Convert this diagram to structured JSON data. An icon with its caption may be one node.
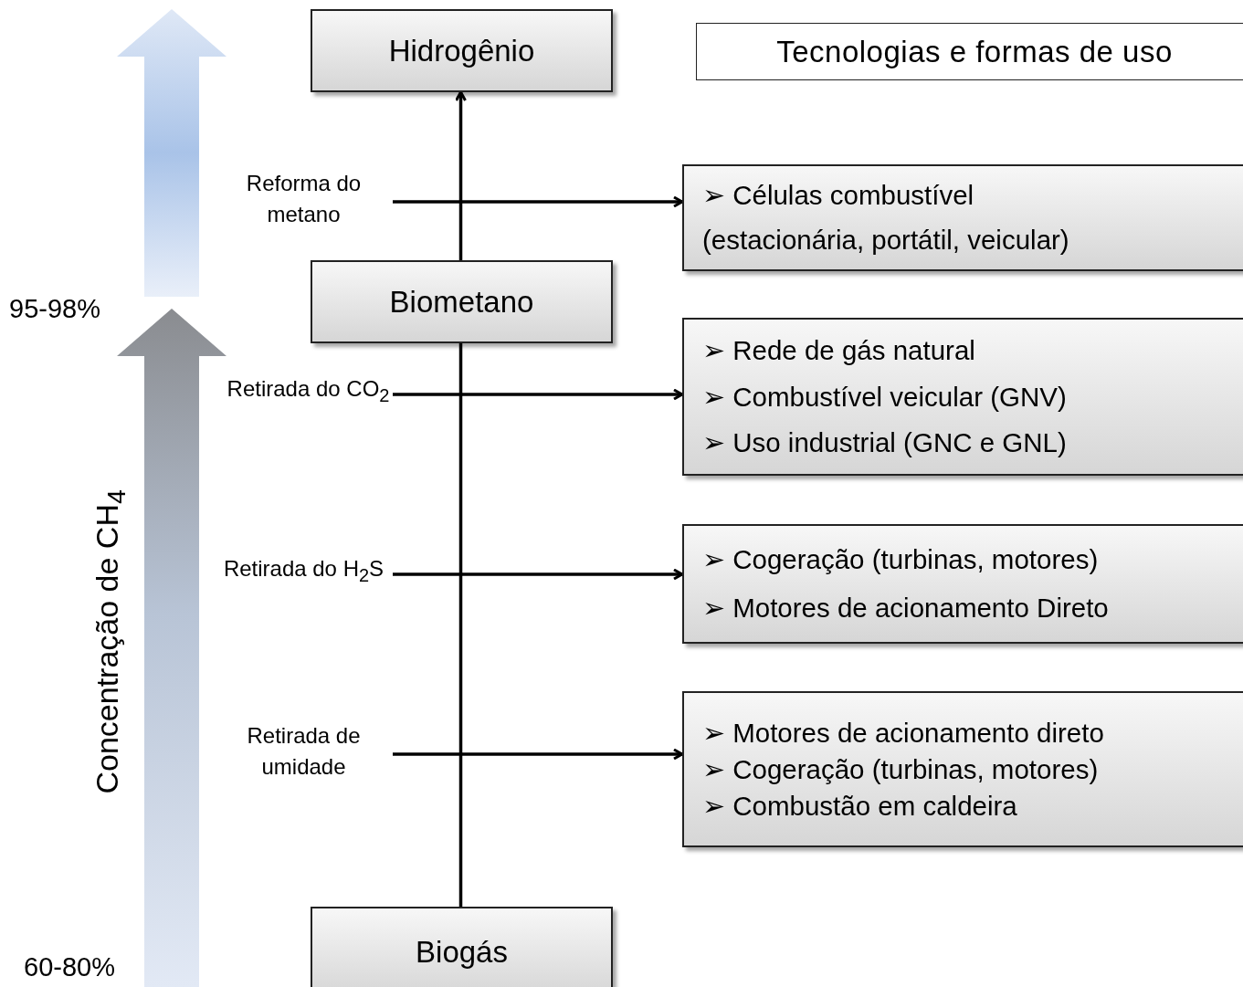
{
  "diagram": {
    "nodes": [
      {
        "text": [
          "Hidrogênio"
        ]
      },
      {
        "text": [
          "Biometano"
        ]
      },
      {
        "text": [
          "Biogás"
        ]
      },
      {
        "text": [
          "Tecnologias e formas de uso"
        ]
      },
      {
        "text": [
          "➢ Células combustível",
          "(estacionária, portátil, veicular)"
        ]
      },
      {
        "text": [
          "➢ Rede de gás natural",
          "➢ Combustível veicular (GNV)",
          "➢ Uso industrial (GNC e GNL)"
        ]
      },
      {
        "text": [
          "➢ Cogeração (turbinas, motores)",
          "➢ Motores de acionamento Direto"
        ]
      },
      {
        "text": [
          "➢ Motores de acionamento direto",
          "➢ Cogeração (turbinas, motores)",
          "➢ Combustão em caldeira"
        ]
      },
      {
        "text": [
          "Reforma do metano"
        ]
      },
      {
        "text": [
          "Retirada do CO$_{2}$"
        ]
      },
      {
        "text": [
          "Retirada do H$_{2}$S"
        ]
      },
      {
        "text": [
          "Retirada de umidade"
        ]
      }
    ],
    "edges": [
      {
        "from": 2,
        "to": 1,
        "arrow": "none"
      },
      {
        "from": 1,
        "to": 0,
        "arrow": "to"
      },
      {
        "from": 8,
        "to": 4,
        "arrow": "to"
      },
      {
        "from": 9,
        "to": 5,
        "arrow": "to"
      },
      {
        "from": 10,
        "to": 6,
        "arrow": "to"
      },
      {
        "from": 11,
        "to": 7,
        "arrow": "to"
      }
    ],
    "labels": [
      "95-98%",
      "Concentração de CH$_{4}$",
      "60-80%"
    ]
  }
}
